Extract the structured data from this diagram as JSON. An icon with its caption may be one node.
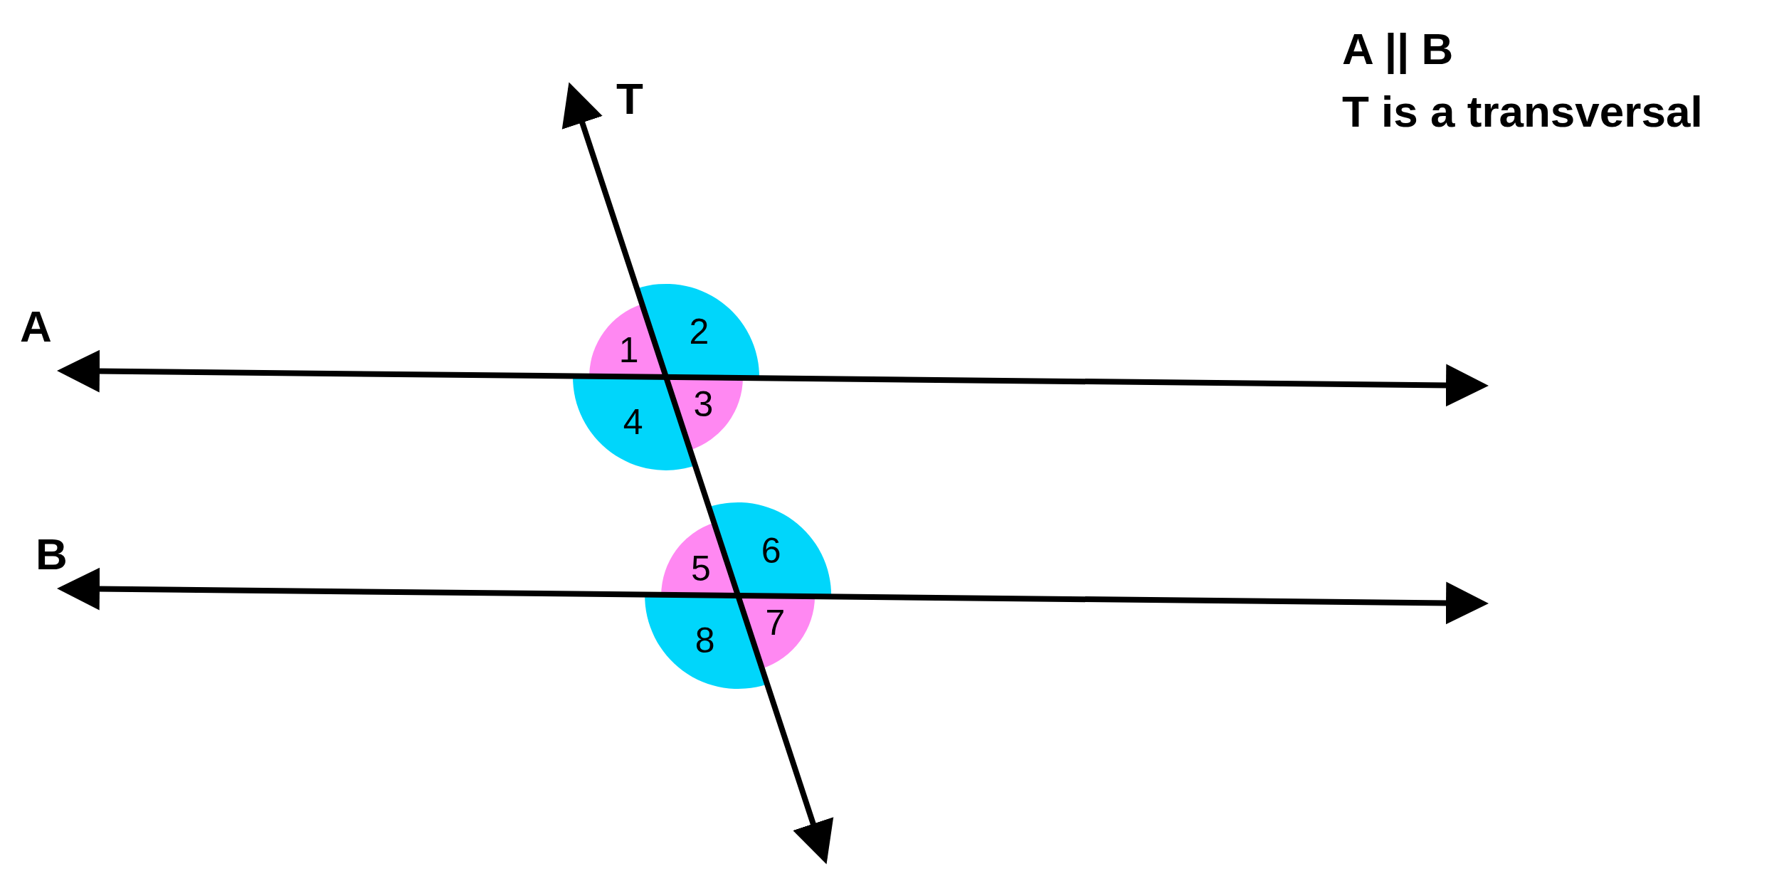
{
  "diagram": {
    "labels": [
      "A || B",
      "T is a transversal",
      "T",
      "A",
      "B",
      "1",
      "2",
      "3",
      "4",
      "5",
      "6",
      "7",
      "8"
    ]
  }
}
